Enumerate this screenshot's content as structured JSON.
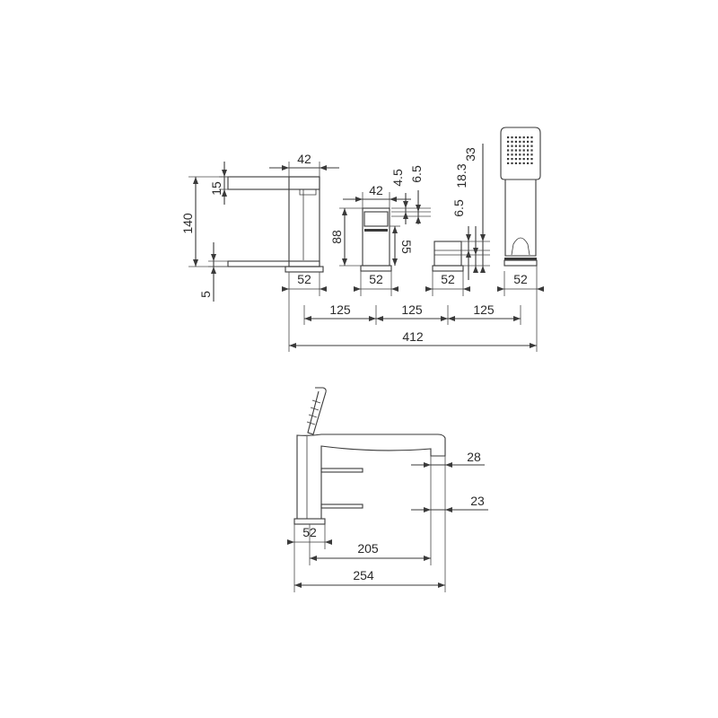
{
  "top_view": {
    "dims": {
      "spout_width": "42",
      "spout_top_gap": "15",
      "spout_height": "140",
      "plate_thickness": "5",
      "base_spout": "52",
      "valve_width": "42",
      "valve_height": "88",
      "valve_lever": "55",
      "valve_gap_a": "4.5",
      "valve_gap_b": "6.5",
      "base_valve": "52",
      "diverter_gap": "6.5",
      "diverter_top": "18.3",
      "shower_height": "33",
      "base_diverter": "52",
      "base_shower": "52",
      "spacing_1": "125",
      "spacing_2": "125",
      "spacing_3": "125",
      "overall_width": "412"
    }
  },
  "side_view": {
    "dims": {
      "spout_depth": "28",
      "spout_nozzle": "23",
      "base": "52",
      "reach_inner": "205",
      "reach_overall": "254"
    }
  }
}
